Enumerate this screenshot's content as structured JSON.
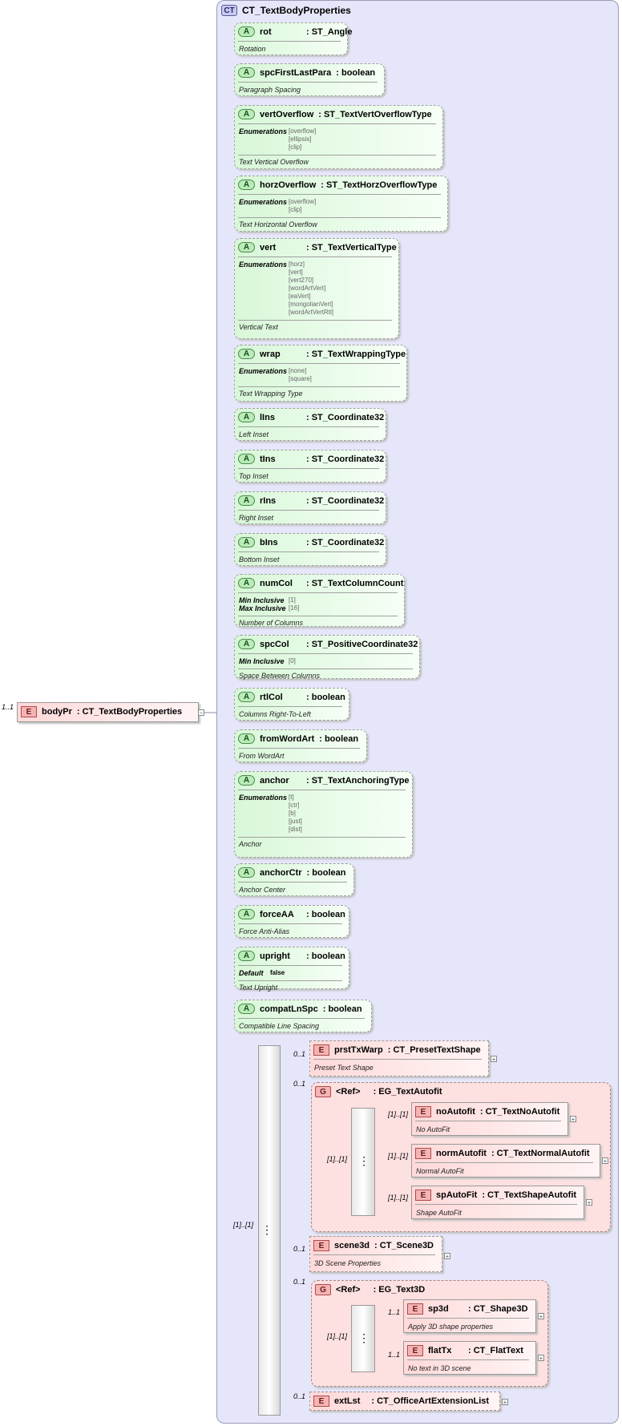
{
  "root": {
    "cardinality": "1..1",
    "kind": "E",
    "name": "bodyPr",
    "type": ": CT_TextBodyProperties"
  },
  "complex_type": {
    "kind": "CT",
    "name": "CT_TextBodyProperties"
  },
  "attributes": [
    {
      "kind": "A",
      "name": "rot",
      "type": ": ST_Angle",
      "doc": "Rotation"
    },
    {
      "kind": "A",
      "name": "spcFirstLastPara",
      "type": ": boolean",
      "doc": "Paragraph Spacing"
    },
    {
      "kind": "A",
      "name": "vertOverflow",
      "type": ": ST_TextVertOverflowType",
      "facet": "Enumerations",
      "values": [
        "[overflow]",
        "[ellipsis]",
        "[clip]"
      ],
      "doc": "Text Vertical Overflow"
    },
    {
      "kind": "A",
      "name": "horzOverflow",
      "type": ": ST_TextHorzOverflowType",
      "facet": "Enumerations",
      "values": [
        "[overflow]",
        "[clip]"
      ],
      "doc": "Text Horizontal Overflow"
    },
    {
      "kind": "A",
      "name": "vert",
      "type": ": ST_TextVerticalType",
      "facet": "Enumerations",
      "values": [
        "[horz]",
        "[vert]",
        "[vert270]",
        "[wordArtVert]",
        "[eaVert]",
        "[mongolianVert]",
        "[wordArtVertRtl]"
      ],
      "doc": "Vertical Text"
    },
    {
      "kind": "A",
      "name": "wrap",
      "type": ": ST_TextWrappingType",
      "facet": "Enumerations",
      "values": [
        "[none]",
        "[square]"
      ],
      "doc": "Text Wrapping Type"
    },
    {
      "kind": "A",
      "name": "lIns",
      "type": ": ST_Coordinate32",
      "doc": "Left Inset"
    },
    {
      "kind": "A",
      "name": "tIns",
      "type": ": ST_Coordinate32",
      "doc": "Top Inset"
    },
    {
      "kind": "A",
      "name": "rIns",
      "type": ": ST_Coordinate32",
      "doc": "Right Inset"
    },
    {
      "kind": "A",
      "name": "bIns",
      "type": ": ST_Coordinate32",
      "doc": "Bottom Inset"
    },
    {
      "kind": "A",
      "name": "numCol",
      "type": ": ST_TextColumnCount",
      "facets": [
        {
          "label": "Min Inclusive",
          "value": "[1]"
        },
        {
          "label": "Max Inclusive",
          "value": "[16]"
        }
      ],
      "doc": "Number of Columns"
    },
    {
      "kind": "A",
      "name": "spcCol",
      "type": ": ST_PositiveCoordinate32",
      "facets": [
        {
          "label": "Min Inclusive",
          "value": "[0]"
        }
      ],
      "doc": "Space Between Columns"
    },
    {
      "kind": "A",
      "name": "rtlCol",
      "type": ": boolean",
      "doc": "Columns Right-To-Left"
    },
    {
      "kind": "A",
      "name": "fromWordArt",
      "type": ": boolean",
      "doc": "From WordArt"
    },
    {
      "kind": "A",
      "name": "anchor",
      "type": ": ST_TextAnchoringType",
      "facet": "Enumerations",
      "values": [
        "[t]",
        "[ctr]",
        "[b]",
        "[just]",
        "[dist]"
      ],
      "doc": "Anchor"
    },
    {
      "kind": "A",
      "name": "anchorCtr",
      "type": ": boolean",
      "doc": "Anchor Center"
    },
    {
      "kind": "A",
      "name": "forceAA",
      "type": ": boolean",
      "doc": "Force Anti-Alias"
    },
    {
      "kind": "A",
      "name": "upright",
      "type": ": boolean",
      "default_label": "Default",
      "default_value": "false",
      "doc": "Text Upright"
    },
    {
      "kind": "A",
      "name": "compatLnSpc",
      "type": ": boolean",
      "doc": "Compatible Line Spacing"
    }
  ],
  "sequence": {
    "cardinality": "[1]..[1]",
    "children": {
      "prstTxWarp": {
        "card": "0..1",
        "kind": "E",
        "name": "prstTxWarp",
        "type": ": CT_PresetTextShape",
        "doc": "Preset Text Shape"
      },
      "autofit_group": {
        "card": "0..1",
        "kind": "G",
        "name": "<Ref>",
        "type": ": EG_TextAutofit",
        "choice_card": "[1]..[1]",
        "items": [
          {
            "card": "[1]..[1]",
            "kind": "E",
            "name": "noAutofit",
            "type": ": CT_TextNoAutofit",
            "doc": "No AutoFit"
          },
          {
            "card": "[1]..[1]",
            "kind": "E",
            "name": "normAutofit",
            "type": ": CT_TextNormalAutofit",
            "doc": "Normal AutoFit"
          },
          {
            "card": "[1]..[1]",
            "kind": "E",
            "name": "spAutoFit",
            "type": ": CT_TextShapeAutofit",
            "doc": "Shape AutoFit"
          }
        ]
      },
      "scene3d": {
        "card": "0..1",
        "kind": "E",
        "name": "scene3d",
        "type": ": CT_Scene3D",
        "doc": "3D Scene Properties"
      },
      "text3d_group": {
        "card": "0..1",
        "kind": "G",
        "name": "<Ref>",
        "type": ": EG_Text3D",
        "choice_card": "[1]..[1]",
        "items": [
          {
            "card": "1..1",
            "kind": "E",
            "name": "sp3d",
            "type": ": CT_Shape3D",
            "doc": "Apply 3D shape properties"
          },
          {
            "card": "1..1",
            "kind": "E",
            "name": "flatTx",
            "type": ": CT_FlatText",
            "doc": "No text in 3D scene"
          }
        ]
      },
      "extLst": {
        "card": "0..1",
        "kind": "E",
        "name": "extLst",
        "type": ": CT_OfficeArtExtensionList"
      }
    }
  },
  "expander_symbol": "+",
  "collapse_symbol": "−"
}
